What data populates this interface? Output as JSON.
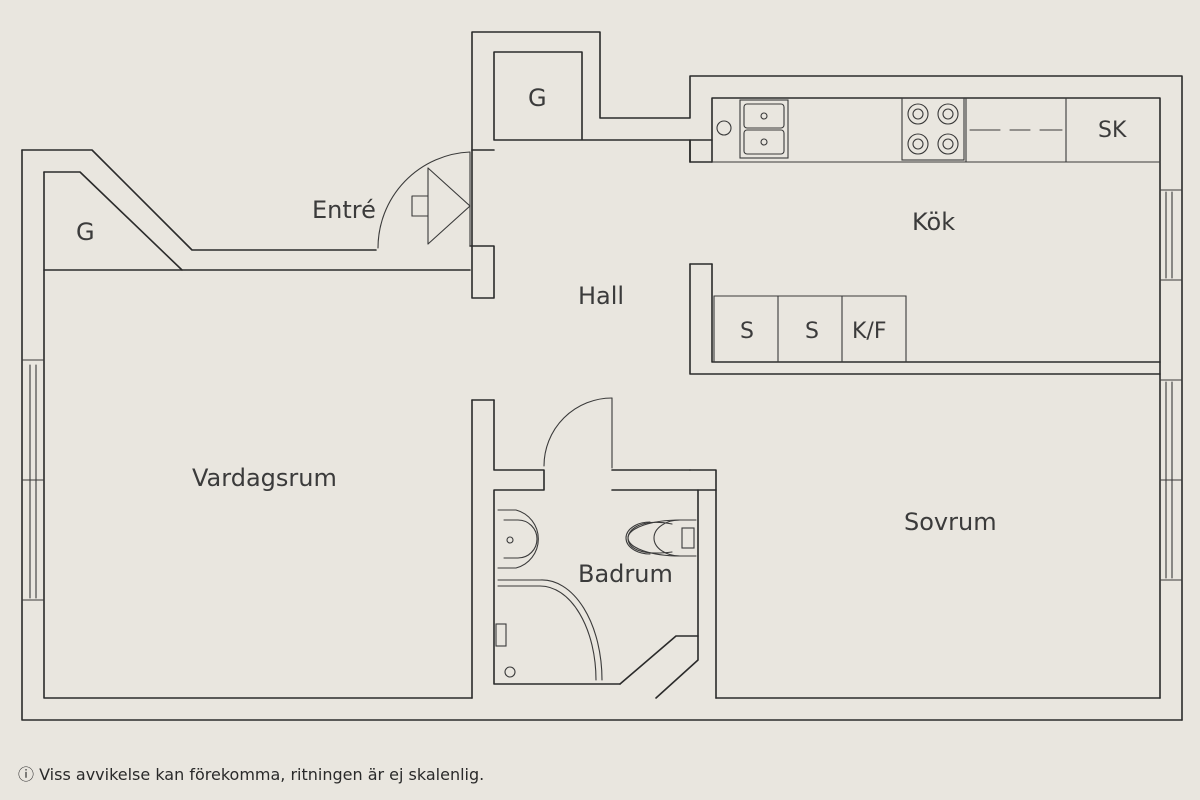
{
  "rooms": {
    "vardagsrum": "Vardagsrum",
    "hall": "Hall",
    "entre": "Entré",
    "kok": "Kök",
    "sovrum": "Sovrum",
    "badrum": "Badrum",
    "closet_left": "G",
    "closet_top": "G"
  },
  "fixtures": {
    "storage_1": "S",
    "storage_2": "S",
    "fridge_freezer": "K/F",
    "cabinet": "SK"
  },
  "footer": {
    "disclaimer": "ⓘ Viss avvikelse kan förekomma, ritningen är ej skalenlig."
  },
  "colors": {
    "paper": "#e9e6df",
    "ink": "#2b2b2b"
  }
}
